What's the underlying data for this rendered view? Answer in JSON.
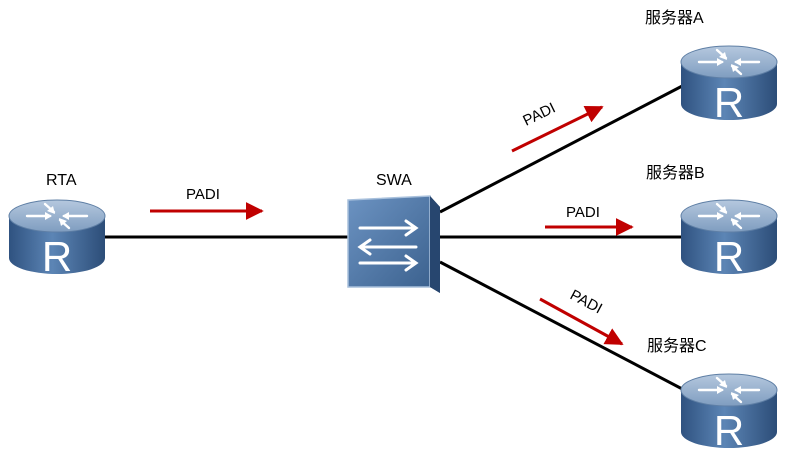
{
  "nodes": {
    "rta": {
      "label": "RTA",
      "glyph": "R"
    },
    "swa": {
      "label": "SWA"
    },
    "server_a": {
      "label": "服务器A",
      "glyph": "R"
    },
    "server_b": {
      "label": "服务器B",
      "glyph": "R"
    },
    "server_c": {
      "label": "服务器C",
      "glyph": "R"
    }
  },
  "messages": {
    "rta_to_swa": "PADI",
    "swa_to_a": "PADI",
    "swa_to_b": "PADI",
    "swa_to_c": "PADI"
  },
  "colors": {
    "arrow": "#c00000",
    "link": "#000000",
    "device_top": "#8ea8c6",
    "device_body": "#3d6494",
    "switch_face": "#4f78a8"
  },
  "icons": {
    "router": "router-icon",
    "switch": "switch-icon"
  }
}
